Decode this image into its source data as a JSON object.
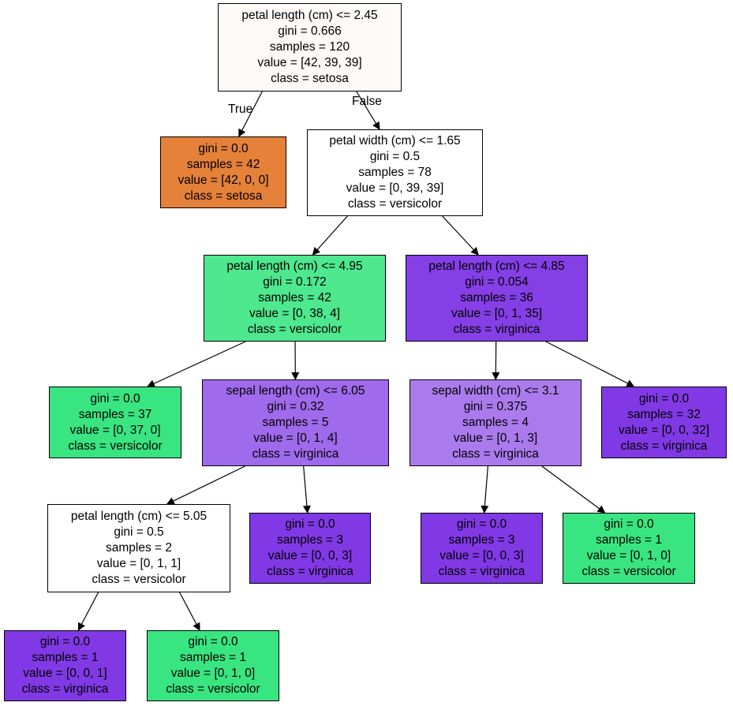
{
  "colors": {
    "setosa": "#e58139",
    "versicolor": "#39e581",
    "virginica": "#8139e5",
    "edge": "#000000",
    "border": "#000000",
    "background": "#ffffff"
  },
  "edge_labels": {
    "true_label": "True",
    "false_label": "False"
  },
  "nodes": [
    {
      "id": "n0",
      "lines": [
        "petal length (cm) <= 2.45",
        "gini = 0.666",
        "samples = 120",
        "value = [42, 39, 39]",
        "class = setosa"
      ],
      "fill": "#fefaf7"
    },
    {
      "id": "n1",
      "lines": [
        "gini = 0.0",
        "samples = 42",
        "value = [42, 0, 0]",
        "class = setosa"
      ],
      "fill": "#e58139"
    },
    {
      "id": "n2",
      "lines": [
        "petal width (cm) <= 1.65",
        "gini = 0.5",
        "samples = 78",
        "value = [0, 39, 39]",
        "class = versicolor"
      ],
      "fill": "#ffffff"
    },
    {
      "id": "n3",
      "lines": [
        "petal length (cm) <= 4.95",
        "gini = 0.172",
        "samples = 42",
        "value = [0, 38, 4]",
        "class = versicolor"
      ],
      "fill": "#4ee88e"
    },
    {
      "id": "n4",
      "lines": [
        "petal length (cm) <= 4.85",
        "gini = 0.054",
        "samples = 36",
        "value = [0, 1, 35]",
        "class = virginica"
      ],
      "fill": "#853fe6"
    },
    {
      "id": "n5",
      "lines": [
        "gini = 0.0",
        "samples = 37",
        "value = [0, 37, 0]",
        "class = versicolor"
      ],
      "fill": "#39e581"
    },
    {
      "id": "n6",
      "lines": [
        "sepal length (cm) <= 6.05",
        "gini = 0.32",
        "samples = 5",
        "value = [0, 1, 4]",
        "class = virginica"
      ],
      "fill": "#a06aec"
    },
    {
      "id": "n7",
      "lines": [
        "sepal width (cm) <= 3.1",
        "gini = 0.375",
        "samples = 4",
        "value = [0, 1, 3]",
        "class = virginica"
      ],
      "fill": "#ab7bee"
    },
    {
      "id": "n8",
      "lines": [
        "gini = 0.0",
        "samples = 32",
        "value = [0, 0, 32]",
        "class = virginica"
      ],
      "fill": "#8139e5"
    },
    {
      "id": "n9",
      "lines": [
        "petal length (cm) <= 5.05",
        "gini = 0.5",
        "samples = 2",
        "value = [0, 1, 1]",
        "class = versicolor"
      ],
      "fill": "#ffffff"
    },
    {
      "id": "n10",
      "lines": [
        "gini = 0.0",
        "samples = 3",
        "value = [0, 0, 3]",
        "class = virginica"
      ],
      "fill": "#8139e5"
    },
    {
      "id": "n11",
      "lines": [
        "gini = 0.0",
        "samples = 3",
        "value = [0, 0, 3]",
        "class = virginica"
      ],
      "fill": "#8139e5"
    },
    {
      "id": "n12",
      "lines": [
        "gini = 0.0",
        "samples = 1",
        "value = [0, 1, 0]",
        "class = versicolor"
      ],
      "fill": "#39e581"
    },
    {
      "id": "n13",
      "lines": [
        "gini = 0.0",
        "samples = 1",
        "value = [0, 0, 1]",
        "class = virginica"
      ],
      "fill": "#8139e5"
    },
    {
      "id": "n14",
      "lines": [
        "gini = 0.0",
        "samples = 1",
        "value = [0, 1, 0]",
        "class = versicolor"
      ],
      "fill": "#39e581"
    }
  ],
  "edges": [
    {
      "from": "n0",
      "to": "n1"
    },
    {
      "from": "n0",
      "to": "n2"
    },
    {
      "from": "n2",
      "to": "n3"
    },
    {
      "from": "n2",
      "to": "n4"
    },
    {
      "from": "n3",
      "to": "n5"
    },
    {
      "from": "n3",
      "to": "n6"
    },
    {
      "from": "n4",
      "to": "n7"
    },
    {
      "from": "n4",
      "to": "n8"
    },
    {
      "from": "n6",
      "to": "n9"
    },
    {
      "from": "n6",
      "to": "n10"
    },
    {
      "from": "n7",
      "to": "n11"
    },
    {
      "from": "n7",
      "to": "n12"
    },
    {
      "from": "n9",
      "to": "n13"
    },
    {
      "from": "n9",
      "to": "n14"
    }
  ]
}
